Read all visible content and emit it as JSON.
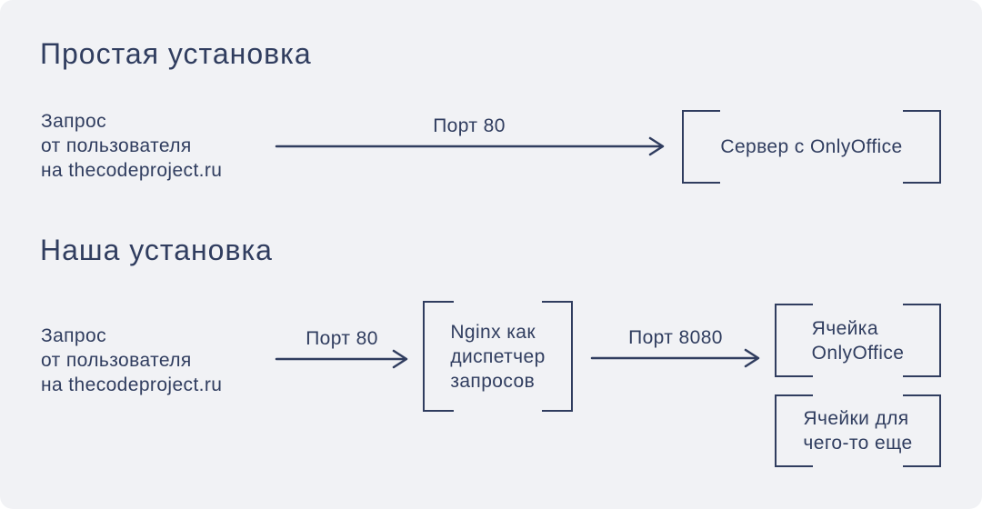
{
  "colors": {
    "background": "#f1f2f5",
    "page": "#ffffff",
    "ink": "#303d5f"
  },
  "sections": [
    {
      "title": "Простая установка",
      "request": {
        "lines": [
          "Запрос",
          "от пользователя",
          "на thecodeproject.ru"
        ]
      },
      "arrows": [
        {
          "label": "Порт 80"
        }
      ],
      "boxes": [
        {
          "lines": [
            "Сервер с OnlyOffice"
          ]
        }
      ]
    },
    {
      "title": "Наша установка",
      "request": {
        "lines": [
          "Запрос",
          "от пользователя",
          "на thecodeproject.ru"
        ]
      },
      "arrows": [
        {
          "label": "Порт 80"
        },
        {
          "label": "Порт 8080"
        }
      ],
      "boxes": [
        {
          "lines": [
            "Nginx как",
            "диспетчер",
            "запросов"
          ]
        },
        {
          "lines": [
            "Ячейка",
            "OnlyOffice"
          ]
        },
        {
          "lines": [
            "Ячейки для",
            "чего-то еще"
          ]
        }
      ]
    }
  ]
}
